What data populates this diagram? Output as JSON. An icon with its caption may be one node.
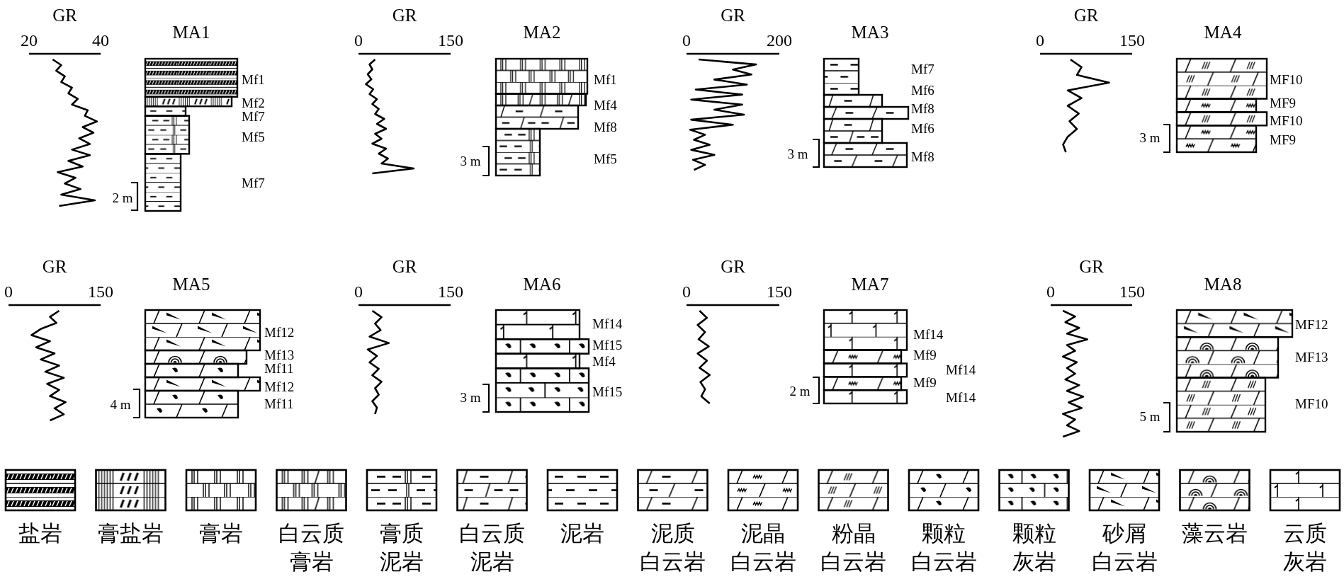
{
  "diagram": {
    "labels": [
      "GR",
      "20",
      "40",
      "MA1",
      "Mf1",
      "Mf2",
      "Mf7",
      "Mf5",
      "Mf7",
      "2 m",
      "GR",
      "0",
      "150",
      "MA2",
      "Mf1",
      "Mf4",
      "Mf8",
      "Mf5",
      "3 m",
      "GR",
      "0",
      "200",
      "MA3",
      "Mf7",
      "Mf6",
      "Mf8",
      "Mf6",
      "Mf8",
      "3 m",
      "GR",
      "0",
      "150",
      "MA4",
      "MF10",
      "MF9",
      "MF10",
      "MF9",
      "3 m",
      "GR",
      "0",
      "150",
      "MA5",
      "Mf12",
      "Mf13",
      "Mf11",
      "Mf12",
      "Mf11",
      "4 m",
      "GR",
      "0",
      "150",
      "MA6",
      "Mf14",
      "Mf15",
      "Mf4",
      "Mf15",
      "3 m",
      "GR",
      "0",
      "150",
      "MA7",
      "Mf14",
      "Mf9",
      "Mf14",
      "Mf9",
      "Mf14",
      "2 m",
      "GR",
      "0",
      "150",
      "MA8",
      "MF12",
      "MF13",
      "MF10",
      "5 m"
    ],
    "legend": [
      {
        "text": "盐岩"
      },
      {
        "text": "膏盐岩"
      },
      {
        "text": "膏岩"
      },
      {
        "text": "白云质膏岩"
      },
      {
        "text": "膏质泥岩"
      },
      {
        "text": "白云质泥岩"
      },
      {
        "text": "泥岩"
      },
      {
        "text": "泥质白云岩"
      },
      {
        "text": "泥晶白云岩"
      },
      {
        "text": "粉晶白云岩"
      },
      {
        "text": "颗粒白云岩"
      },
      {
        "text": "颗粒灰岩"
      },
      {
        "text": "砂屑白云岩"
      },
      {
        "text": "藻云岩"
      },
      {
        "text": "云质灰岩"
      }
    ]
  }
}
